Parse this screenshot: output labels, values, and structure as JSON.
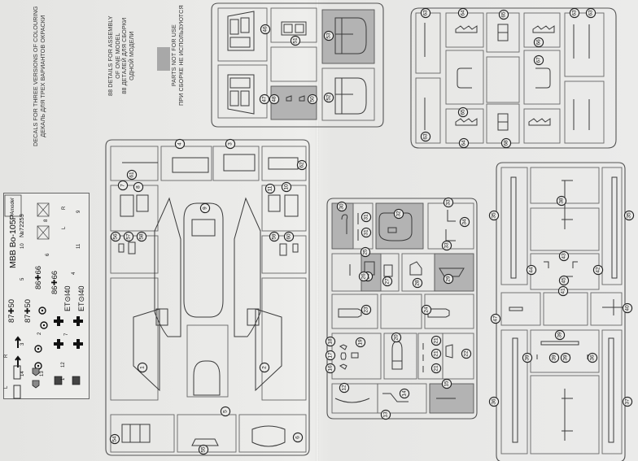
{
  "document": {
    "kit_title": "MBB Bo-105P",
    "kit_number": "№72259",
    "brand": "Amodel",
    "notes": {
      "decals_en": "DECALS FOR THREE VERSIONS OF COLOURING",
      "decals_ru": "ДЕКАЛЬ ДЛЯ ТРЕХ ВАРИАНТОВ ОКРАСКИ",
      "details_en_1": "88 DETAILS FOR ASSEMBLY",
      "details_en_2": "OF ONE MODEL",
      "details_ru_1": "88 ДЕТАЛЕЙ ДЛЯ СБОРКИ",
      "details_ru_2": "ОДНОЙ МОДЕЛИ",
      "unused_en": "PARTS NOT FOR USE",
      "unused_ru": "ПРИ СБОРКЕ НЕ ИСПОЛЬЗУЮТСЯ"
    },
    "legend_swatch_color": "#a8a8a8",
    "orientation": "rotated 90° counter-clockwise"
  },
  "decal_sheet": {
    "labels": {
      "L": "L",
      "R": "R",
      "code_87_50": "87✚50",
      "code_86_66": "86✚66",
      "code_et_140": "ET⊙I40",
      "n1": "1",
      "n2": "2",
      "n3": "3",
      "n4": "4",
      "n5": "5",
      "n6": "6",
      "n7": "7",
      "n8": "8",
      "n9": "9",
      "n10": "10",
      "n11": "11",
      "n12": "12",
      "n13": "13",
      "n14": "14"
    }
  },
  "sprues": {
    "cockpit_glazing": {
      "parts": [
        "46",
        "47",
        "48",
        "50",
        "51",
        "52",
        "53"
      ],
      "shaded_parts": [
        "48",
        "50",
        "53"
      ]
    },
    "skids_sprue": {
      "parts": [
        "63",
        "64",
        "65",
        "66",
        "67",
        "68",
        "64",
        "65",
        "63",
        "63",
        "63"
      ]
    },
    "main_fuselage": {
      "parts": [
        "4",
        "3",
        "62",
        "61",
        "7",
        "8",
        "11",
        "10",
        "9",
        "56",
        "57",
        "58",
        "59",
        "60",
        "1",
        "2",
        "5",
        "54",
        "55",
        "6"
      ]
    },
    "interior_sprue": {
      "parts": [
        "30",
        "31",
        "31",
        "32",
        "33",
        "34",
        "33",
        "25",
        "26",
        "26",
        "27",
        "28",
        "29",
        "23",
        "24",
        "18",
        "17",
        "16",
        "19",
        "20",
        "21",
        "21",
        "21",
        "22",
        "12",
        "14",
        "13",
        "15"
      ],
      "shaded_parts": [
        "30",
        "32",
        "26",
        "29",
        "15"
      ]
    },
    "rotor_sprue": {
      "parts": [
        "35",
        "35",
        "38",
        "43",
        "44",
        "45",
        "42",
        "41",
        "47",
        "40",
        "39",
        "39",
        "39",
        "39",
        "36",
        "36",
        "37"
      ]
    }
  }
}
